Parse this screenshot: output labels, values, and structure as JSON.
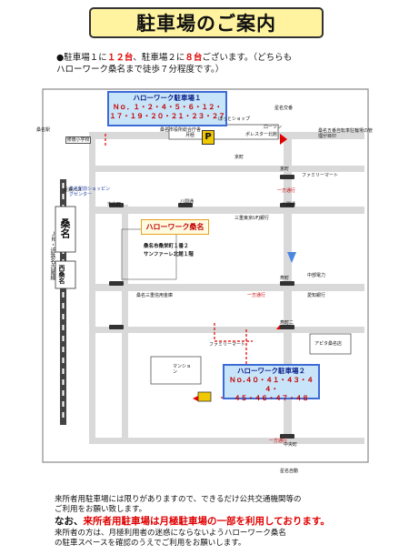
{
  "title": "駐車場のご案内",
  "intro": {
    "bullet": "●",
    "p1_prefix": "駐車場１に",
    "p1_count": "１２台",
    "p1_mid": "、駐車場２に",
    "p1_count2": "８台",
    "p1_suffix": "ございます。（どちらも",
    "p2": "ハローワーク桑名まで徒歩７分程度です。）"
  },
  "parking1": {
    "title": "ハローワーク駐車場１",
    "nums1": "Ｎｏ．１・２・４・５・６・１２・",
    "nums2": "１７・１９・２０・２１・２３・２７"
  },
  "parking2": {
    "title": "ハローワーク駐車場２",
    "nums1": "Ｎｏ.４０・４１・４３・４４・",
    "nums2": "４５・４６・４７・４８"
  },
  "office": {
    "name": "ハローワーク桑名",
    "addr1": "桑名市桑栄町１番２",
    "addr2": "サンファーレ北館１階"
  },
  "map_labels": {
    "jr_line": "ＪＲ・近鉄名古屋線",
    "kuwana": "桑名",
    "nishikuwana": "西桑名",
    "school": "修徳小学校",
    "aeon": "桑名駅前ショッピングセンター",
    "kintetsu_bus": "近鉄バス",
    "kuwana_dept": "桑名市役所総合庁舎",
    "hotel": "月極",
    "plaza": "ポレスター北館",
    "p_sign": "P",
    "family_mart": "ファミリーマート",
    "family_mart2": "ファミリーマート",
    "mufg": "三重東京UFJ銀行",
    "chubu": "中部電力",
    "aichi": "愛知銀行",
    "sanjuu": "桑名三重信用金庫",
    "apita": "アピタ桑名店",
    "mansion": "マンション",
    "teiryu": "桑名五番自転車駐輪場の管理が目印",
    "oneway": "一方通行",
    "oneway2": "一方通行",
    "oneway3": "一方通行",
    "hohei": "中央町",
    "sakae": "寿町",
    "sakae2": "寿町二",
    "yatsu": "八間通",
    "yatsu2": "八間通",
    "motoaka": "末広町",
    "kyodo": "京町",
    "kyodo2": "京町",
    "north": "星名交番",
    "south": "星名自動",
    "eki": "桑名駅",
    "seikai": "ほっとショップ",
    "konbini": "ローソン"
  },
  "notes": {
    "n1": "来所者用駐車場には限りがありますので、できるだけ公共交通機関等の",
    "n2": "ご利用をお願い致します。",
    "n3_prefix": "なお、",
    "n3_hl": "来所者用駐車場は月極駐車場の一部を利用しております。",
    "n4": "来所者の方は、月極利用者の迷惑にならないようハローワーク桑名",
    "n5": "の駐車スペースを確認のうえでご利用をお願いします。"
  },
  "colors": {
    "road": "#d9d9d9",
    "rail": "#444444",
    "callout_bg": "#c8e4f8",
    "callout_border": "#3d6bd6",
    "accent_red": "#e00000",
    "title_bg": "#fff3a0",
    "arrow_blue": "#4d86e0"
  }
}
